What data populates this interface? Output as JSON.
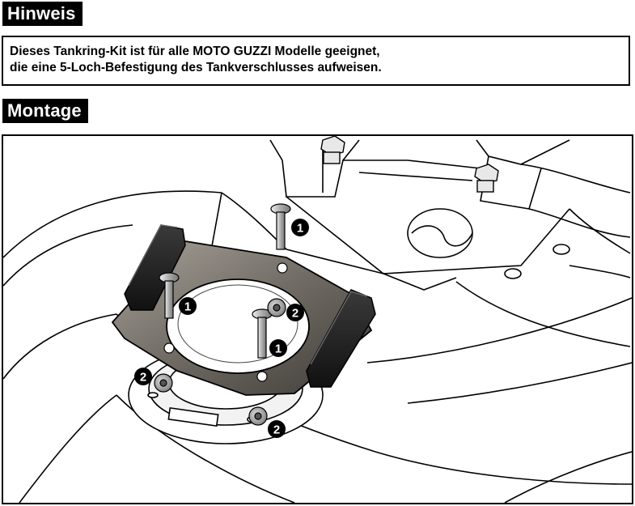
{
  "hinweis": {
    "heading": "Hinweis",
    "lines": [
      "Dieses Tankring-Kit ist für alle MOTO GUZZI Modelle geeignet,",
      "die eine 5-Loch-Befestigung des Tankverschlusses aufweisen."
    ]
  },
  "montage": {
    "heading": "Montage",
    "callouts": [
      "1",
      "1",
      "1",
      "2",
      "2",
      "2"
    ]
  }
}
